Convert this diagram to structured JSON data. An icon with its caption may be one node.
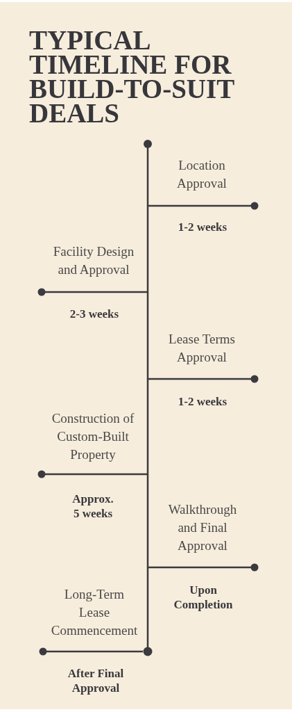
{
  "diagram": {
    "title": "TYPICAL TIMELINE FOR BUILD-TO-SUIT DEALS",
    "labels": [
      "Location Approval",
      "1-2 weeks",
      "Facility Design and Approval",
      "2-3 weeks",
      "Lease Terms Approval",
      "1-2 weeks",
      "Construction of Custom-Built Property",
      "Approx. 5 weeks",
      "Walkthrough and Final Approval",
      "Upon Completion",
      "Long-Term Lease Commencement",
      "After Final Approval"
    ]
  }
}
